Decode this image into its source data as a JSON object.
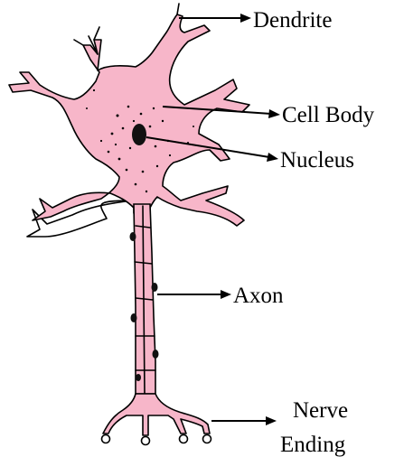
{
  "labels": {
    "dendrite": "Dendrite",
    "cell_body": "Cell Body",
    "nucleus": "Nucleus",
    "axon": "Axon",
    "nerve_ending_line1": "Nerve",
    "nerve_ending_line2": "Ending"
  },
  "colors": {
    "cytoplasm": "#f7b6c9",
    "outline": "#000000",
    "nucleus": "#111111"
  }
}
